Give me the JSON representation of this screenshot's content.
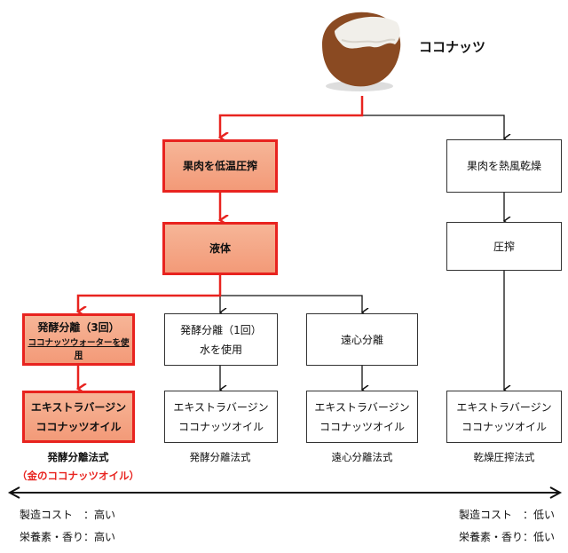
{
  "title": "ココナッツ",
  "colors": {
    "accent": "#e8231f",
    "box_fill": "#f4a384"
  },
  "left_path": {
    "step1": "果肉を低温圧搾",
    "step2": "液体",
    "gold": {
      "line1": "発酵分離（3回）",
      "line2": "ココナッツウォーターを使用",
      "result1": "エキストラバージン",
      "result2": "ココナッツオイル",
      "method": "発酵分離法式",
      "note": "（金のココナッツオイル）"
    },
    "ferment": {
      "line1": "発酵分離（1回）",
      "line2": "水を使用",
      "result1": "エキストラバージン",
      "result2": "ココナッツオイル",
      "method": "発酵分離法式"
    },
    "centrifuge": {
      "line1": "遠心分離",
      "result1": "エキストラバージン",
      "result2": "ココナッツオイル",
      "method": "遠心分離法式"
    }
  },
  "right_path": {
    "step1": "果肉を熱風乾燥",
    "step2": "圧搾",
    "result1": "エキストラバージン",
    "result2": "ココナッツオイル",
    "method": "乾燥圧搾法式"
  },
  "scale": {
    "left": {
      "cost": "製造コスト　：高い",
      "nutrition": "栄養素・香り：高い"
    },
    "right": {
      "cost": "製造コスト　：低い",
      "nutrition": "栄養素・香り：低い"
    }
  }
}
